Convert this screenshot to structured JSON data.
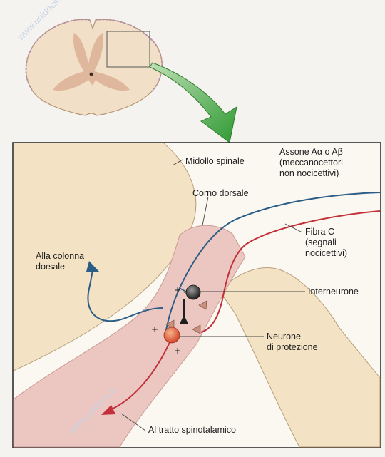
{
  "labels": {
    "spinal_cord": "Midollo spinale",
    "dorsal_horn": "Corno dorsale",
    "a_fiber": [
      "Assone Aα o Aβ",
      "(meccanocettori",
      "non nocicettivi)"
    ],
    "c_fiber": [
      "Fibra C",
      "(segnali",
      "nocicettivi)"
    ],
    "dorsal_column": [
      "Alla colonna",
      "dorsale"
    ],
    "interneuron": "Interneurone",
    "projection_neuron": [
      "Neurone",
      "di protezione"
    ],
    "spinothalamic": "Al tratto spinotalamico"
  },
  "synapse_signs": {
    "interneuron_input": "+",
    "interneuron_output": "–",
    "inhibition": "–",
    "a_fiber_input": "+",
    "c_fiber_input": "+"
  },
  "watermark": "www.unidocs.it",
  "colors": {
    "a_fiber": "#2c5d86",
    "c_fiber": "#c2303a",
    "spinal_tissue": "#f3e3c4",
    "dorsal_horn": "#ecc6c0",
    "gray_matter": "#ddb49a",
    "arrow_green": "#3c9a3a",
    "interneuron": "#2e2e2e",
    "projection_neuron": "#e0653a"
  }
}
